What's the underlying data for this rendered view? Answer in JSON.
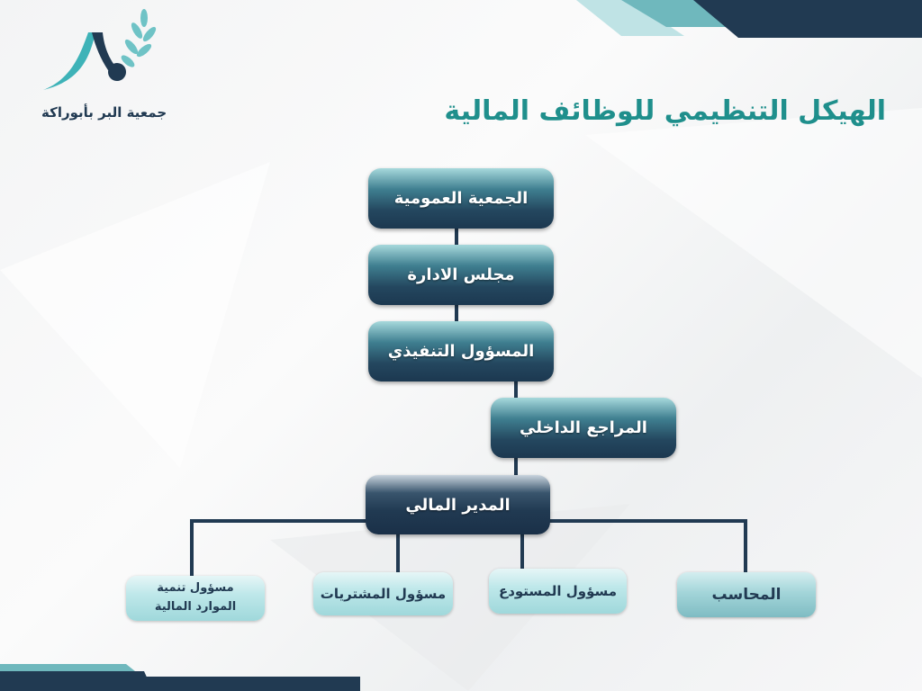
{
  "logo": {
    "name": "جمعية البر بأبوراكة"
  },
  "title": "الهيكل التنظيمي للوظائف المالية",
  "colors": {
    "navy": "#213a52",
    "teal": "#1f8f8c",
    "light_teal": "#9fd8db"
  },
  "nodes": {
    "general_assembly": "الجمعية العمومية",
    "board": "مجلس الادارة",
    "executive": "المسؤول التنفيذي",
    "internal_auditor": "المراجع الداخلي",
    "financial_manager": "المدير المالي",
    "accountant": "المحاسب",
    "warehouse": "مسؤول المستودع",
    "procurement": "مسؤول المشتريات",
    "resource_dev_line1": "مسؤول تنمية",
    "resource_dev_line2": "الموارد المالية"
  }
}
